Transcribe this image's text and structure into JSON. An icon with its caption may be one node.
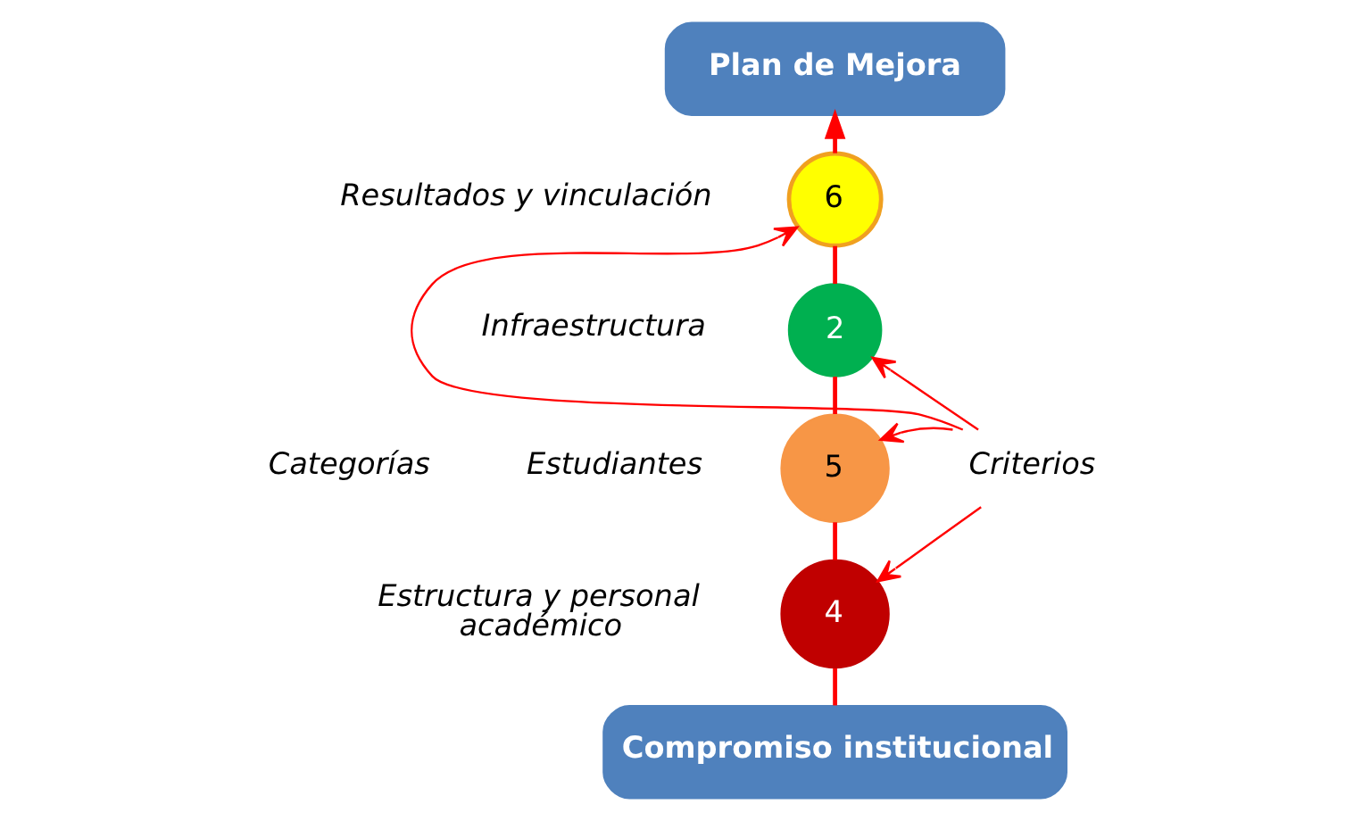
{
  "diagram": {
    "nodes": [
      {
        "text": [
          "Plan de Mejora"
        ]
      },
      {
        "text": [
          "6"
        ],
        "beside": [
          "Resultados y vinculación"
        ]
      },
      {
        "text": [
          "2"
        ],
        "beside": [
          "Infraestructura"
        ]
      },
      {
        "text": [
          "5"
        ],
        "beside": [
          "Estudiantes"
        ]
      },
      {
        "text": [
          "4"
        ],
        "beside": [
          "Estructura y personal académico"
        ]
      },
      {
        "text": [
          "Compromiso institucional"
        ]
      },
      {
        "text": [
          "Criterios"
        ]
      }
    ],
    "edges": [
      {
        "from": 5,
        "to": 4,
        "arrow": "none"
      },
      {
        "from": 4,
        "to": 3,
        "arrow": "none"
      },
      {
        "from": 3,
        "to": 2,
        "arrow": "none"
      },
      {
        "from": 2,
        "to": 1,
        "arrow": "none"
      },
      {
        "from": 1,
        "to": 0,
        "arrow": "to"
      },
      {
        "from": 6,
        "to": 1,
        "arrow": "to"
      },
      {
        "from": 6,
        "to": 2,
        "arrow": "to"
      },
      {
        "from": 6,
        "to": 3,
        "arrow": "to"
      },
      {
        "from": 6,
        "to": 4,
        "arrow": "to"
      }
    ],
    "labels": [
      "Categorías"
    ]
  }
}
